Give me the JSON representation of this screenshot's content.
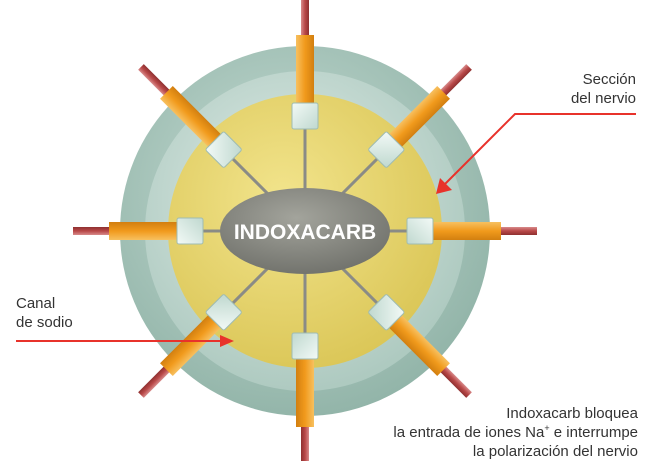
{
  "center_label": "INDOXACARB",
  "callouts": {
    "nerve_section": [
      "Sección",
      "del nervio"
    ],
    "sodium_channel": [
      "Canal",
      "de sodio"
    ]
  },
  "footnote": {
    "line1": "Indoxacarb bloquea",
    "line2_before": "la entrada de iones Na",
    "line2_sup": "+",
    "line2_after": " e interrumpe",
    "line3": "la polarización del nervio"
  },
  "colors": {
    "outer_ring": "#a9c8be",
    "mid_ring": "#c8dcd6",
    "nerve_core": "#e6d36b",
    "center_oval": "#8c8d86",
    "channel_bar": "#f0a020",
    "axon": "#b94e4e",
    "channel_block": "#dfeee9",
    "arrow": "#e8322b"
  }
}
